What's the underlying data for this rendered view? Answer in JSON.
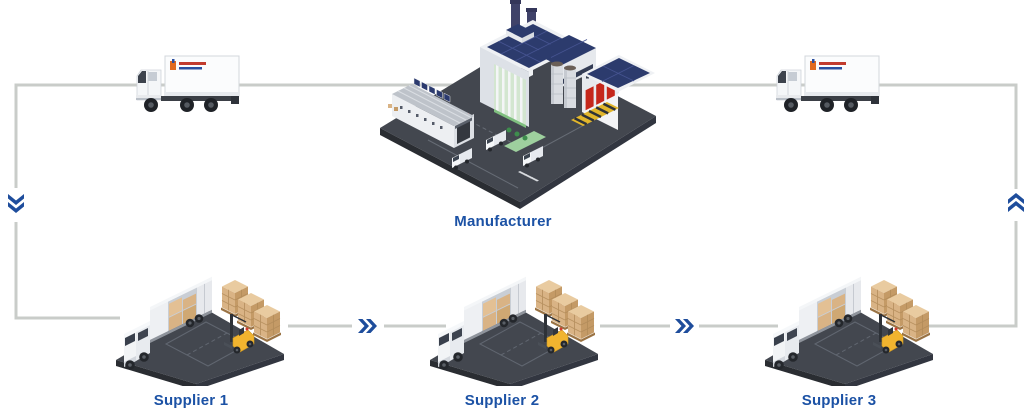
{
  "diagram": {
    "nodes": {
      "manufacturer": {
        "label": "Manufacturer"
      },
      "supplier1": {
        "label": "Supplier 1"
      },
      "supplier2": {
        "label": "Supplier 2"
      },
      "supplier3": {
        "label": "Supplier 3"
      }
    },
    "flow": [
      {
        "from": "manufacturer",
        "to": "supplier1",
        "via": "box-truck-left",
        "direction": "down"
      },
      {
        "from": "supplier1",
        "to": "supplier2",
        "direction": "right"
      },
      {
        "from": "supplier2",
        "to": "supplier3",
        "direction": "right"
      },
      {
        "from": "supplier3",
        "to": "manufacturer",
        "via": "box-truck-right",
        "direction": "up"
      }
    ],
    "colors": {
      "label": "#1c52a5",
      "chevron": "#1e4d9c",
      "line": "#c9ccc9",
      "platform": "#43474f",
      "roof_navy": "#2c3b6d",
      "door_red": "#c5271b",
      "forklift_yellow": "#f1b42f",
      "box_tan": "#d9b385"
    },
    "icons": {
      "factory": "factory-icon",
      "truck": "box-truck-icon",
      "supplier_dock": "loading-dock-icon",
      "chevron_right": "double-chevron-right-icon",
      "chevron_up": "double-chevron-up-icon",
      "chevron_down": "double-chevron-down-icon"
    }
  }
}
